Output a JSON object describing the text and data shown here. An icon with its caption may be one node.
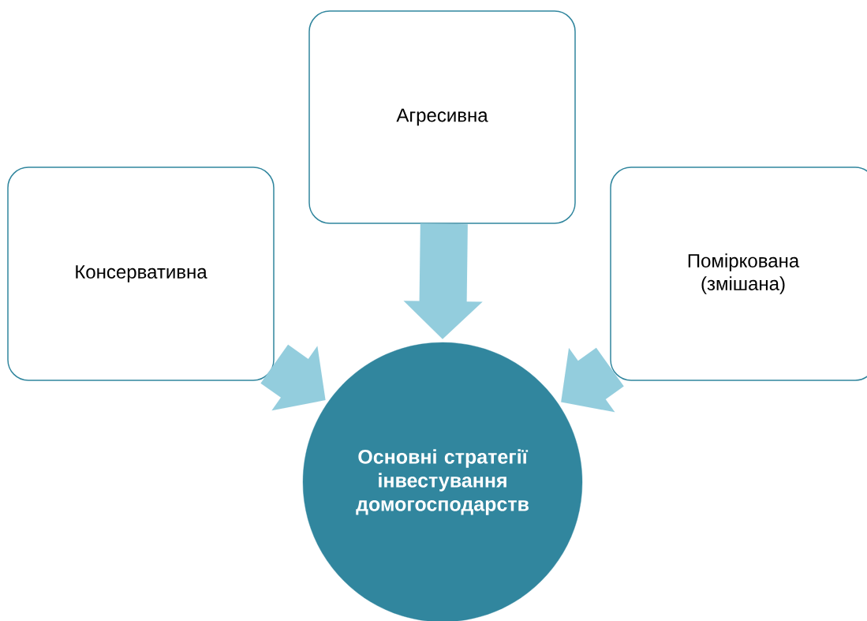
{
  "diagram": {
    "nodes": [
      {
        "text": [
          "Консервативна"
        ]
      },
      {
        "text": [
          "Агресивна"
        ]
      },
      {
        "text": [
          "Поміркована (змішана)"
        ]
      },
      {
        "text": [
          "Основні стратегії інвестування домогосподарств"
        ]
      }
    ],
    "edges": [
      {
        "from": 0,
        "to": 3,
        "arrow": "to"
      },
      {
        "from": 1,
        "to": 3,
        "arrow": "to"
      },
      {
        "from": 2,
        "to": 3,
        "arrow": "to"
      }
    ]
  }
}
